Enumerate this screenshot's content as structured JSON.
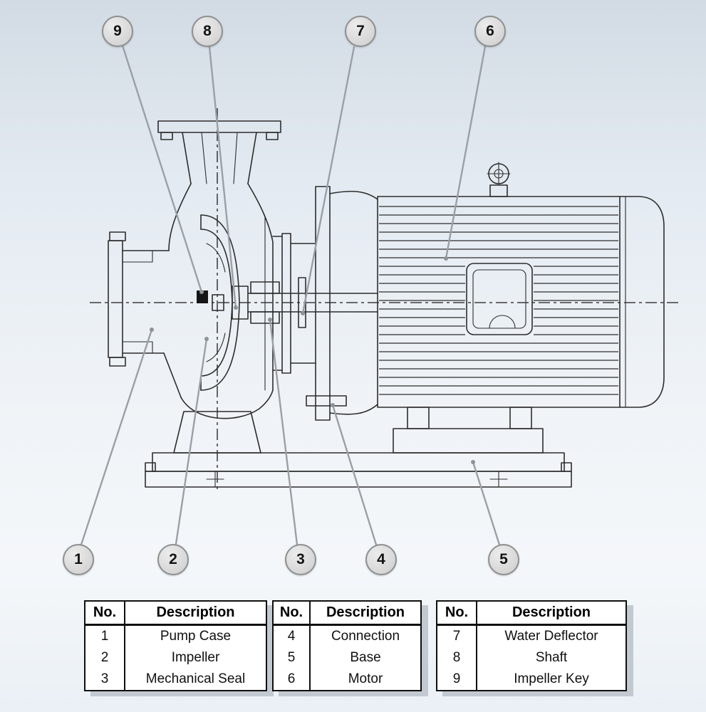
{
  "callouts": [
    {
      "label": "1"
    },
    {
      "label": "2"
    },
    {
      "label": "3"
    },
    {
      "label": "4"
    },
    {
      "label": "5"
    },
    {
      "label": "6"
    },
    {
      "label": "7"
    },
    {
      "label": "8"
    },
    {
      "label": "9"
    }
  ],
  "tables": [
    {
      "headers": [
        "No.",
        "Description"
      ],
      "rows": [
        [
          "1",
          "Pump Case"
        ],
        [
          "2",
          "Impeller"
        ],
        [
          "3",
          "Mechanical Seal"
        ]
      ]
    },
    {
      "headers": [
        "No.",
        "Description"
      ],
      "rows": [
        [
          "4",
          "Connection"
        ],
        [
          "5",
          "Base"
        ],
        [
          "6",
          "Motor"
        ]
      ]
    },
    {
      "headers": [
        "No.",
        "Description"
      ],
      "rows": [
        [
          "7",
          "Water Deflector"
        ],
        [
          "8",
          "Shaft"
        ],
        [
          "9",
          "Impeller Key"
        ]
      ]
    }
  ],
  "colors": {
    "line": "#2d2d2d",
    "leader": "#9aa0a6",
    "callout_fill": "#d9d9d9",
    "callout_border": "#8f8f8f",
    "background_top": "#d2dbe4",
    "background_bottom": "#eaf0f5",
    "table_border": "#101010"
  }
}
